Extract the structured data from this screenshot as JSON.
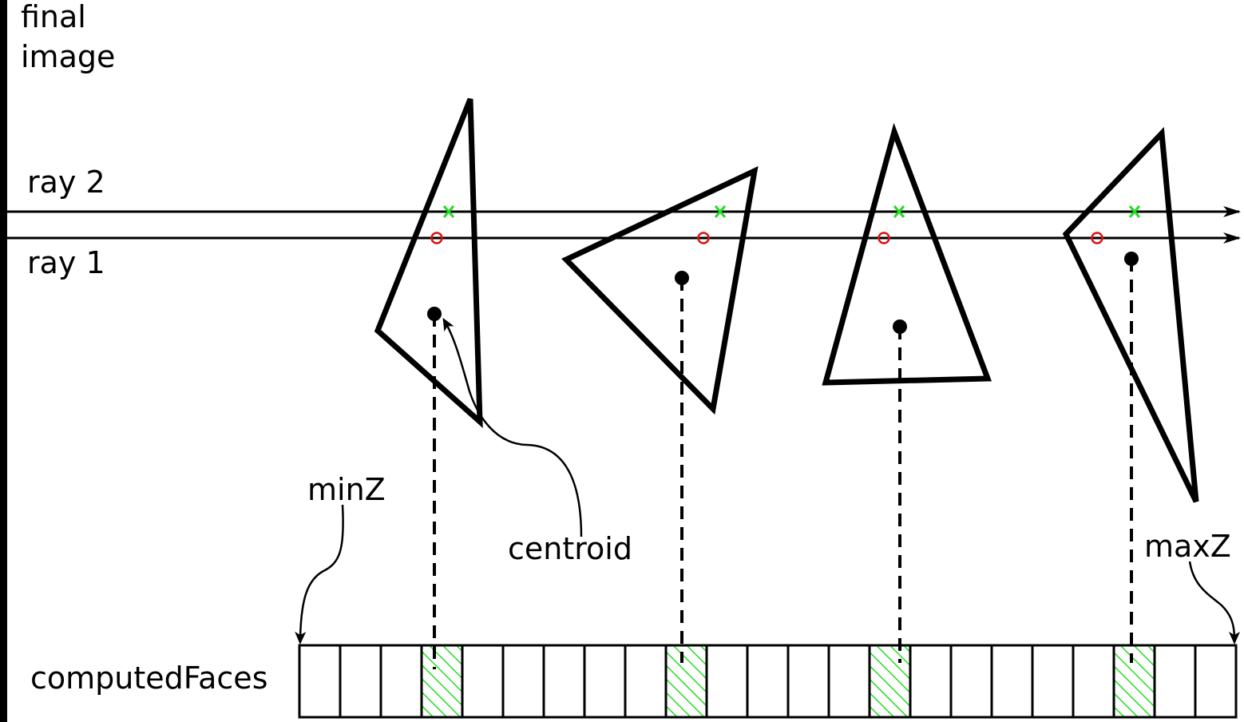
{
  "labels": {
    "final_image": [
      "final",
      "image"
    ],
    "ray2": "ray 2",
    "ray1": "ray 1",
    "min_z": "minZ",
    "max_z": "maxZ",
    "centroid": "centroid",
    "computed_faces": "computedFaces"
  },
  "colors": {
    "line": "#000000",
    "ray2_hit": "#22dd22",
    "ray1_hit": "#e01010",
    "hatch": "#22dd22"
  },
  "marker_shapes": {
    "ray2_hit": "cross",
    "ray1_hit": "hollow-circle",
    "centroid": "filled-dot"
  },
  "computed_faces": {
    "cell_count": 23,
    "highlighted_cells": [
      3,
      9,
      14,
      20
    ],
    "highlight_fill": "green-hatch"
  },
  "triangle_count": 4
}
